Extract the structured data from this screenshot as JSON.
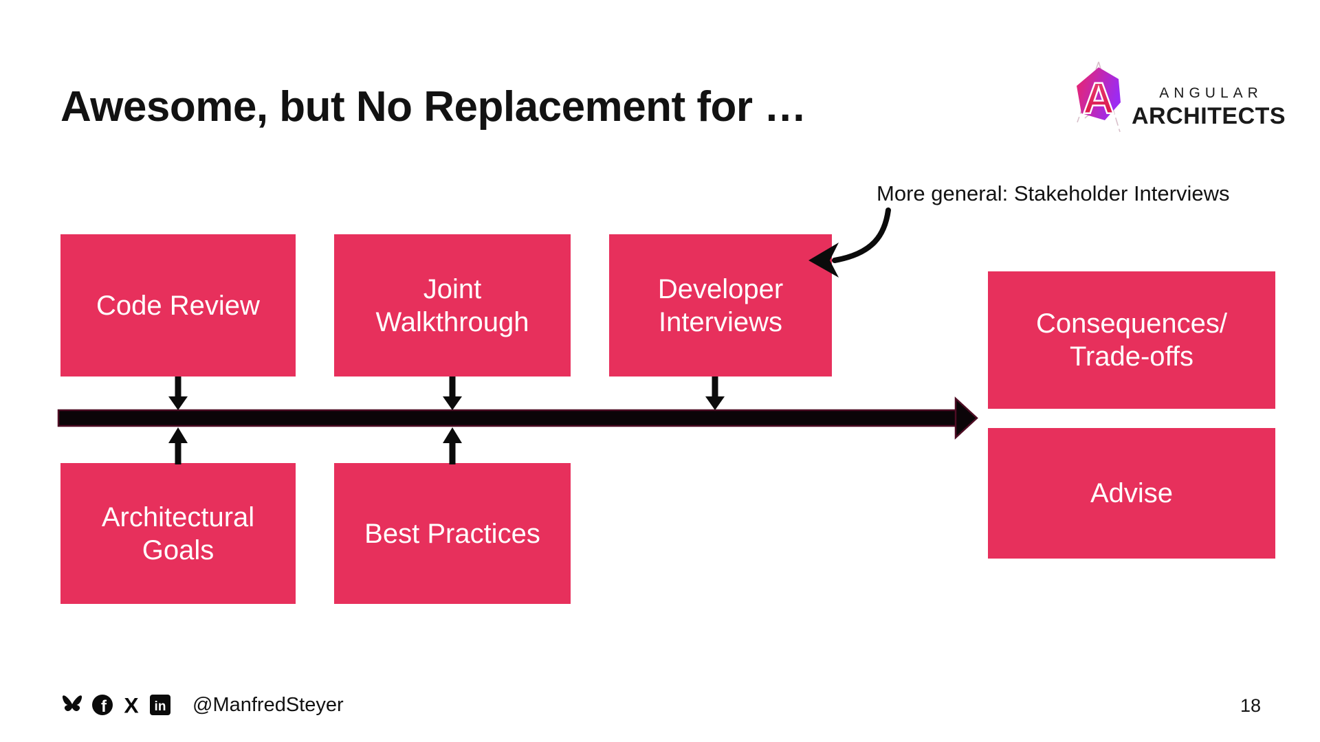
{
  "slide": {
    "title": "Awesome, but No Replacement for …",
    "page_number": "18"
  },
  "logo": {
    "brand_top": "ANGULAR",
    "brand_bottom": "ARCHITECTS",
    "monogram": "A"
  },
  "annotation": {
    "text": "More general: Stakeholder Interviews"
  },
  "diagram": {
    "top_boxes": [
      {
        "label": "Code Review"
      },
      {
        "label": "Joint\nWalkthrough"
      },
      {
        "label": "Developer\nInterviews"
      }
    ],
    "bottom_boxes": [
      {
        "label": "Architectural\nGoals"
      },
      {
        "label": "Best Practices"
      }
    ],
    "right_boxes": [
      {
        "label": "Consequences/\nTrade-offs"
      },
      {
        "label": "Advise"
      }
    ]
  },
  "footer": {
    "handle": "@ManfredSteyer",
    "icon_glyphs": {
      "facebook": "f",
      "linkedin": "in",
      "x": "X"
    }
  },
  "colors": {
    "pink": "#E7305C",
    "ink": "#121212",
    "arrow-fill": "#0B0508",
    "arrow-outline": "#4E0D24",
    "logo-pink": "#EC2569",
    "logo-purple": "#9C2BF2",
    "logo-red": "#D81040"
  }
}
